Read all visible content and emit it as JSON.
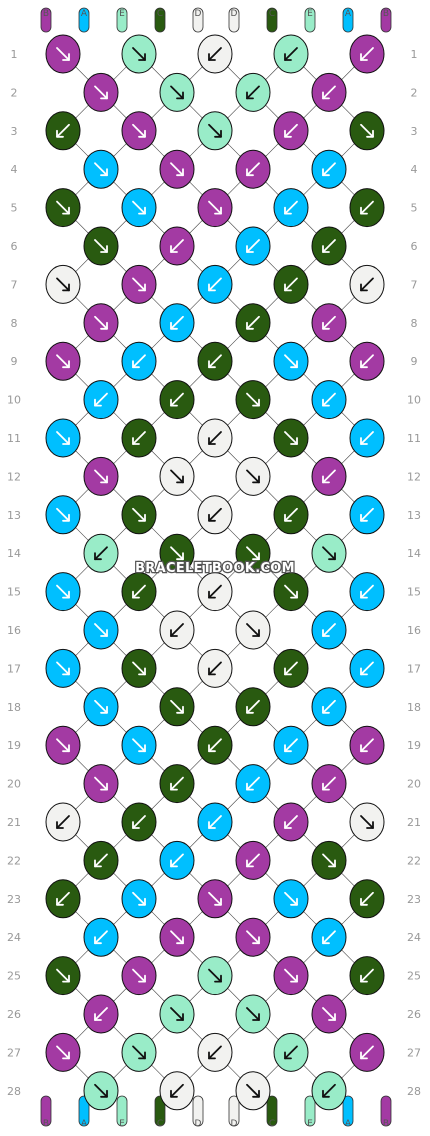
{
  "watermark": "BRACELETBOOK.COM",
  "colors": {
    "A": "#00bfff",
    "B": "#a33aa3",
    "C": "#295a10",
    "D": "#f2f2f0",
    "E": "#99ecc8"
  },
  "top_strands": [
    "B",
    "A",
    "E",
    "C",
    "D",
    "D",
    "C",
    "E",
    "A",
    "B"
  ],
  "bottom_strands": [
    "B",
    "A",
    "E",
    "C",
    "D",
    "D",
    "C",
    "E",
    "A",
    "B"
  ],
  "row_numbers": [
    "1",
    "2",
    "3",
    "4",
    "5",
    "6",
    "7",
    "8",
    "9",
    "10",
    "11",
    "12",
    "13",
    "14",
    "15",
    "16",
    "17",
    "18",
    "19",
    "20",
    "21",
    "22",
    "23",
    "24",
    "25",
    "26",
    "27",
    "28"
  ],
  "knot_rows": [
    [
      "B:r",
      "E:r",
      "D:l",
      "E:l",
      "B:l"
    ],
    [
      "B:r",
      "E:r",
      "E:l",
      "B:l"
    ],
    [
      "C:l",
      "B:r",
      "E:r",
      "B:l",
      "C:r"
    ],
    [
      "A:r",
      "B:r",
      "B:l",
      "A:l"
    ],
    [
      "C:r",
      "A:r",
      "B:r",
      "A:l",
      "C:l"
    ],
    [
      "C:r",
      "B:l",
      "A:l",
      "C:l"
    ],
    [
      "D:r",
      "B:r",
      "A:l",
      "C:l",
      "D:l"
    ],
    [
      "B:r",
      "A:l",
      "C:l",
      "B:l"
    ],
    [
      "B:r",
      "A:l",
      "C:l",
      "A:r",
      "B:l"
    ],
    [
      "A:l",
      "C:l",
      "C:r",
      "A:l"
    ],
    [
      "A:r",
      "C:l",
      "D:l",
      "C:r",
      "A:l"
    ],
    [
      "B:r",
      "D:r",
      "D:r",
      "B:l"
    ],
    [
      "A:r",
      "C:r",
      "D:l",
      "C:l",
      "A:l"
    ],
    [
      "E:l",
      "C:r",
      "C:r",
      "E:r"
    ],
    [
      "A:r",
      "C:l",
      "D:l",
      "C:r",
      "A:l"
    ],
    [
      "A:r",
      "D:l",
      "D:r",
      "A:l"
    ],
    [
      "A:r",
      "C:r",
      "D:l",
      "C:l",
      "A:l"
    ],
    [
      "A:r",
      "C:r",
      "C:l",
      "A:l"
    ],
    [
      "B:r",
      "A:r",
      "C:l",
      "A:l",
      "B:l"
    ],
    [
      "B:r",
      "C:l",
      "A:l",
      "B:l"
    ],
    [
      "D:l",
      "C:l",
      "A:l",
      "B:l",
      "D:r"
    ],
    [
      "C:l",
      "A:l",
      "B:l",
      "C:r"
    ],
    [
      "C:l",
      "A:r",
      "B:r",
      "A:r",
      "C:l"
    ],
    [
      "A:l",
      "B:r",
      "B:r",
      "A:l"
    ],
    [
      "C:r",
      "B:r",
      "E:r",
      "B:r",
      "C:l"
    ],
    [
      "B:l",
      "E:r",
      "E:r",
      "B:r"
    ],
    [
      "B:r",
      "E:r",
      "D:l",
      "E:l",
      "B:l"
    ],
    [
      "E:r",
      "D:l",
      "D:r",
      "E:l"
    ]
  ]
}
